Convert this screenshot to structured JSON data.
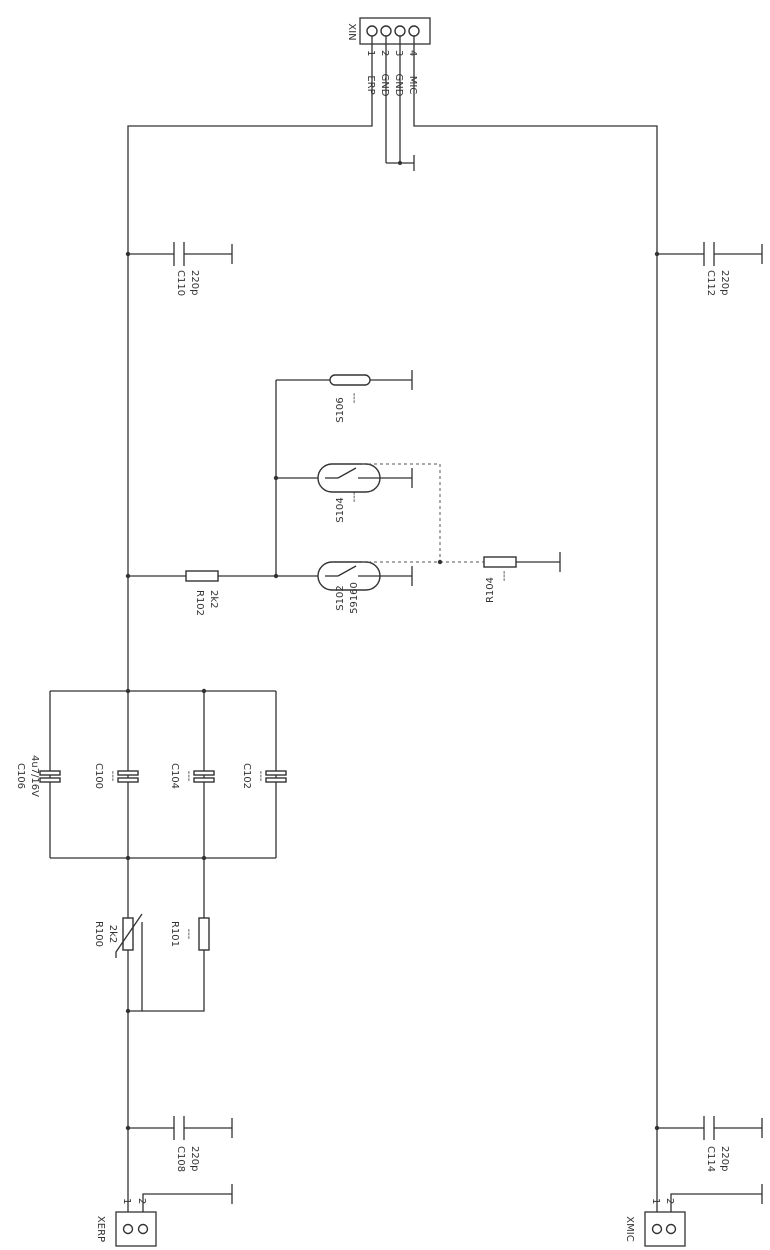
{
  "connectors": {
    "xin": {
      "ref": "XIN",
      "pins": [
        "1",
        "2",
        "3",
        "4"
      ],
      "signals": [
        "ERP",
        "GND",
        "GND",
        "MIC"
      ]
    },
    "xerp": {
      "ref": "XERP",
      "pins": [
        "1",
        "2"
      ]
    },
    "xmic": {
      "ref": "XMIC",
      "pins": [
        "1",
        "2"
      ]
    }
  },
  "capacitors": {
    "c110": {
      "ref": "C110",
      "value": "220p"
    },
    "c112": {
      "ref": "C112",
      "value": "220p"
    },
    "c108": {
      "ref": "C108",
      "value": "220p"
    },
    "c114": {
      "ref": "C114",
      "value": "220p"
    },
    "c106": {
      "ref": "C106",
      "value": "4u7/16V"
    },
    "c100": {
      "ref": "C100",
      "value": "---"
    },
    "c104": {
      "ref": "C104",
      "value": "---"
    },
    "c102": {
      "ref": "C102",
      "value": "---"
    }
  },
  "resistors": {
    "r102": {
      "ref": "R102",
      "value": "2k2"
    },
    "r104": {
      "ref": "R104",
      "value": "---"
    },
    "r100": {
      "ref": "R100",
      "value": "2k2"
    },
    "r101": {
      "ref": "R101",
      "value": "---"
    }
  },
  "switches": {
    "s102": {
      "ref": "S102",
      "value": "59160"
    },
    "s104": {
      "ref": "S104",
      "value": "---"
    },
    "s106": {
      "ref": "S106",
      "value": "---"
    }
  }
}
